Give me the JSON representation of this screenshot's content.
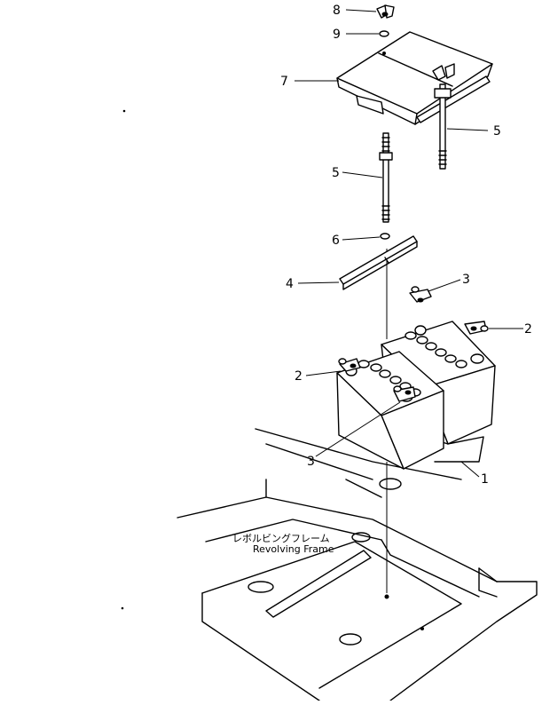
{
  "callouts": [
    {
      "id": "c8",
      "number": "8"
    },
    {
      "id": "c9",
      "number": "9"
    },
    {
      "id": "c7",
      "number": "7"
    },
    {
      "id": "c5a",
      "number": "5"
    },
    {
      "id": "c5b",
      "number": "5"
    },
    {
      "id": "c6",
      "number": "6"
    },
    {
      "id": "c4",
      "number": "4"
    },
    {
      "id": "c3a",
      "number": "3"
    },
    {
      "id": "c2a",
      "number": "2"
    },
    {
      "id": "c2b",
      "number": "2"
    },
    {
      "id": "c3b",
      "number": "3"
    },
    {
      "id": "c1",
      "number": "1"
    }
  ],
  "frame_label": {
    "japanese": "レボルビングフレーム",
    "english": "Revolving Frame"
  }
}
